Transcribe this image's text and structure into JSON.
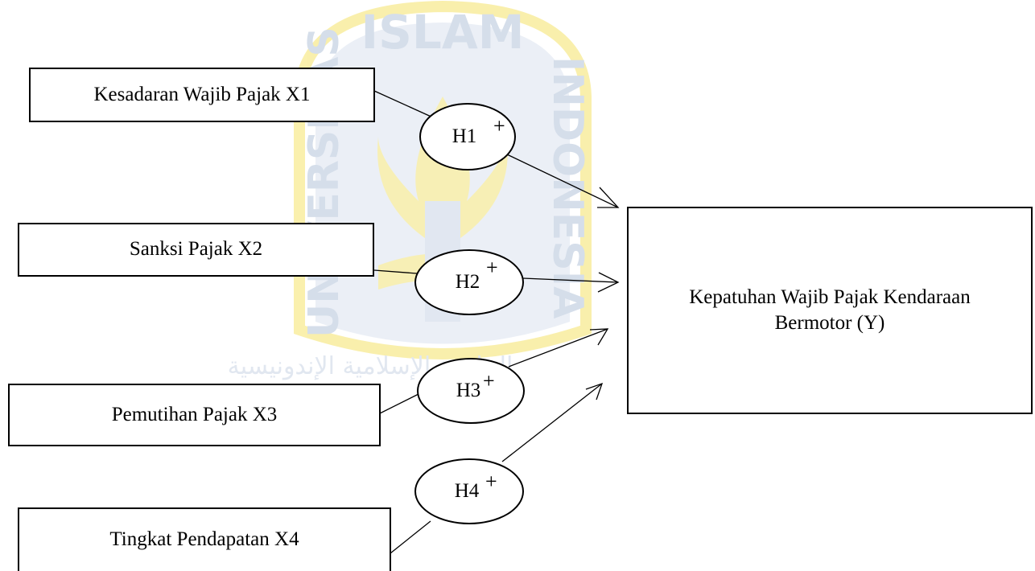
{
  "watermark": {
    "text_top": "ISLAM",
    "text_left": "UNIVERSITAS",
    "text_right": "INDONESIA",
    "arabic": "الجامعة الإسلامية الإندونيسية",
    "color": "#c9d5e6",
    "accent_color": "#f5e36a"
  },
  "independents": [
    {
      "label": "Kesadaran Wajib Pajak X1"
    },
    {
      "label": "Sanksi Pajak X2"
    },
    {
      "label": "Pemutihan Pajak X3"
    },
    {
      "label": "Tingkat Pendapatan X4"
    }
  ],
  "hypotheses": [
    {
      "label": "H1",
      "sign": "+"
    },
    {
      "label": "H2",
      "sign": "+"
    },
    {
      "label": "H3",
      "sign": "+"
    },
    {
      "label": "H4",
      "sign": "+"
    }
  ],
  "dependent": {
    "line1": "Kepatuhan Wajib Pajak Kendaraan",
    "line2": "Bermotor (Y)"
  }
}
